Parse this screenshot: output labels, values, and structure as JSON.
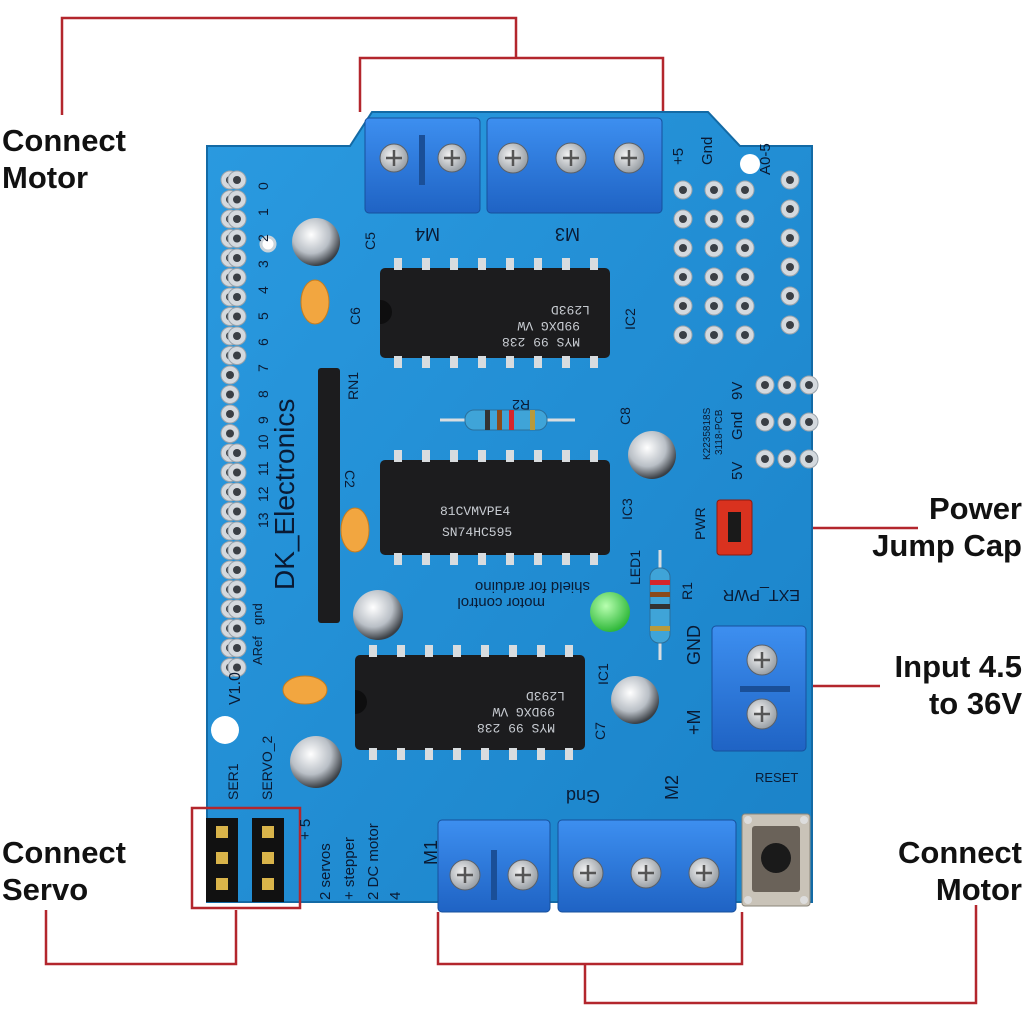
{
  "callouts": {
    "connect_motor_top": "Connect\nMotor",
    "connect_servo": "Connect\nServo",
    "power_jump_cap": "Power\nJump Cap",
    "input_voltage": "Input 4.5\nto 36V",
    "connect_motor_bottom": "Connect\nMotor"
  },
  "board": {
    "brand": "DK_Electronics",
    "version": "V1.0",
    "subtitle_lines": [
      "motor control",
      "shield for arduino"
    ],
    "info_lines": [
      "2 servos",
      "+ stepper",
      "2 DC motor",
      "4"
    ],
    "info_prefix": "+ 5",
    "labels": {
      "m1": "M1",
      "m2": "M2",
      "m3": "M3",
      "m4": "M4",
      "gnd_left": "Gnd",
      "gnd_right": "GND",
      "plus_m": "+M",
      "ext_pwr": "EXT_PWR",
      "pwr": "PWR",
      "reset": "RESET",
      "ser1": "SER1",
      "servo2": "SERVO_2",
      "led1": "LED1",
      "r1": "R1",
      "r2": "R2",
      "rn1": "RN1",
      "c5": "C5",
      "c6": "C6",
      "c7": "C7",
      "c8": "C8",
      "c2": "C2",
      "ic1": "IC1",
      "ic2": "IC2",
      "ic3": "IC3",
      "aref": "ARef",
      "gnd_pin": "gnd",
      "pin_labels": [
        "0",
        "1",
        "2",
        "3",
        "4",
        "5",
        "6",
        "7",
        "8",
        "9",
        "10",
        "11",
        "12",
        "13"
      ],
      "top_right": [
        "+5",
        "Gnd",
        "A0-5"
      ],
      "pwr_header": [
        "5V",
        "Gnd",
        "9V"
      ],
      "pcb_code": [
        "K2235818S",
        "3118-PCB"
      ]
    },
    "chips": {
      "ic_top": [
        "L293D",
        "99DXG VW",
        "MYS 99 238"
      ],
      "ic_mid": [
        "81CVMVPE4",
        "SN74HC595"
      ],
      "ic_bottom": [
        "L293D",
        "99DXG VW",
        "MYS 99 238"
      ]
    }
  },
  "colors": {
    "board": "#1f8fd4",
    "board_dark": "#1570b0",
    "terminal": "#2f7fe0",
    "callout_line": "#b3262d",
    "chip": "#1c1c1e",
    "jumper": "#d9321f"
  }
}
